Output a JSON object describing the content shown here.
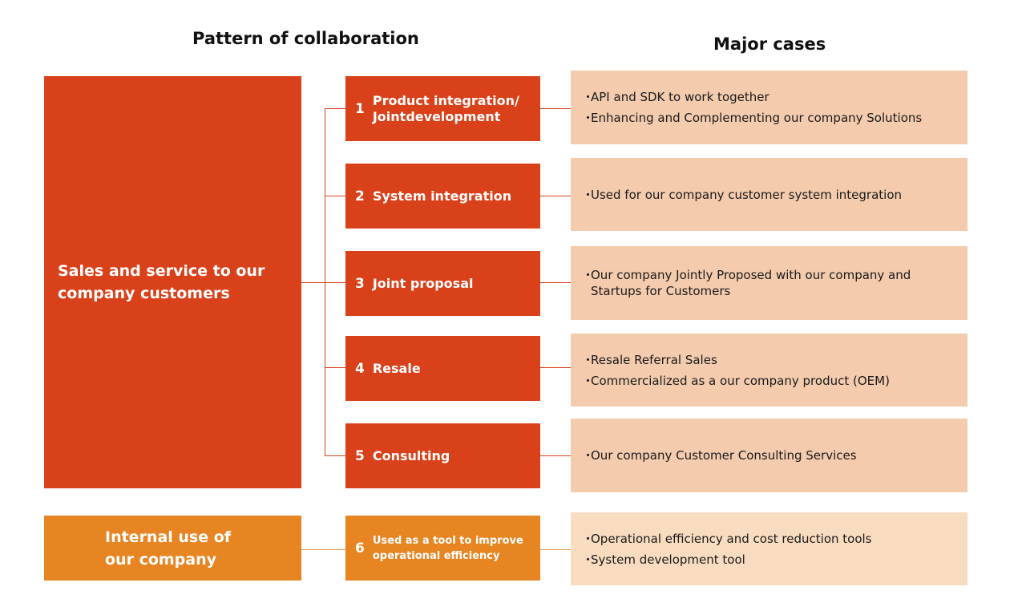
{
  "headings": {
    "left": "Pattern of collaboration",
    "right": "Major cases"
  },
  "groups": {
    "sales": {
      "label_line1": "Sales and service to our",
      "label_line2": "company customers",
      "color": "#d9411a"
    },
    "internal": {
      "label_line1": "Internal use of",
      "label_line2": "our company",
      "color": "#e68522"
    }
  },
  "patterns": [
    {
      "num": "1",
      "line1": "Product integration/",
      "line2": "Jointdevelopment"
    },
    {
      "num": "2",
      "line1": "System integration",
      "line2": ""
    },
    {
      "num": "3",
      "line1": "Joint proposal",
      "line2": ""
    },
    {
      "num": "4",
      "line1": "Resale",
      "line2": ""
    },
    {
      "num": "5",
      "line1": "Consulting",
      "line2": ""
    },
    {
      "num": "6",
      "line1": "Used as a tool to improve",
      "line2": "operational efficiency"
    }
  ],
  "bullet": "・",
  "cases": [
    {
      "items": [
        "API and SDK to work together",
        "Enhancing and Complementing our company Solutions"
      ]
    },
    {
      "items": [
        "Used for our company customer system integration"
      ]
    },
    {
      "items": [
        "Our company Jointly Proposed with our company and Startups for Customers"
      ]
    },
    {
      "items": [
        "Resale Referral Sales",
        "Commercialized as a our company product (OEM)"
      ]
    },
    {
      "items": [
        "Our company Customer Consulting Services"
      ]
    },
    {
      "items": [
        "Operational efficiency and cost reduction tools",
        "System development tool"
      ]
    }
  ],
  "colors": {
    "primary_red": "#d9411a",
    "orange": "#e68522",
    "case_bg": "#f4cbad",
    "case_bg_light": "#f8dcbf"
  }
}
